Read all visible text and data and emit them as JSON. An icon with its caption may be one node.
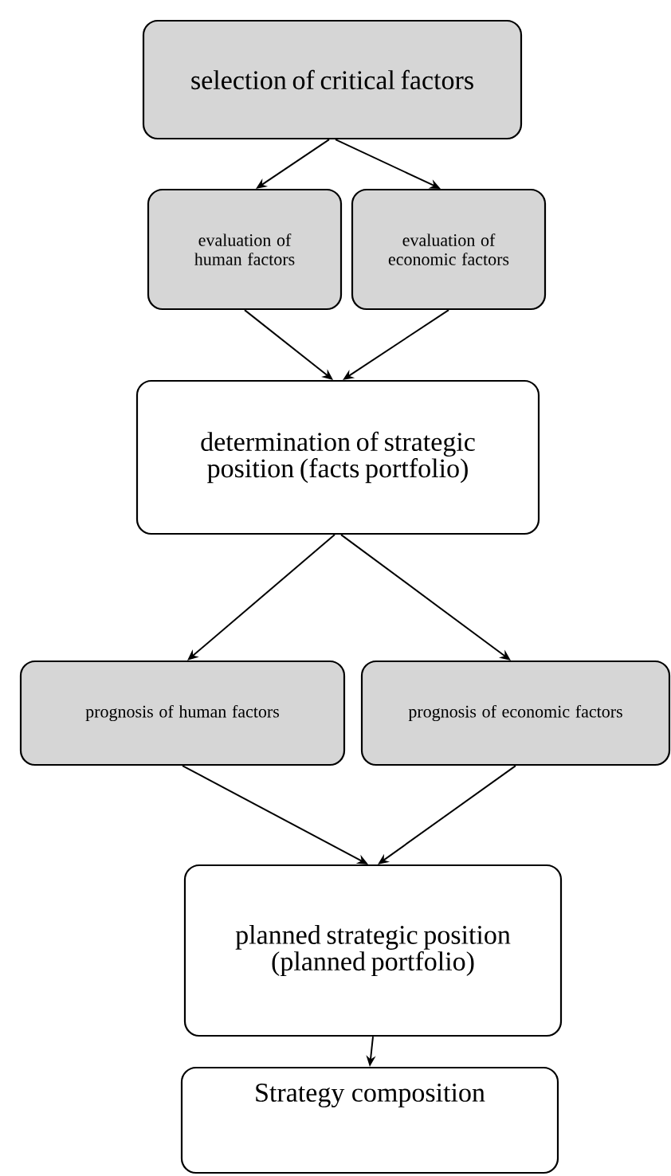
{
  "diagram": {
    "nodes": [
      {
        "text": [
          "selection of critical factors"
        ]
      },
      {
        "text": [
          "evaluation of human factors"
        ]
      },
      {
        "text": [
          "evaluation of economic factors"
        ]
      },
      {
        "text": [
          "determination of strategic position (facts portfolio)"
        ]
      },
      {
        "text": [
          "prognosis of human factors"
        ]
      },
      {
        "text": [
          "prognosis of economic factors"
        ]
      },
      {
        "text": [
          "planned strategic position (planned portfolio)"
        ]
      },
      {
        "text": [
          "Strategy composition"
        ]
      }
    ],
    "edges": [
      {
        "from": 0,
        "to": 1,
        "arrow": "to"
      },
      {
        "from": 0,
        "to": 2,
        "arrow": "to"
      },
      {
        "from": 1,
        "to": 3,
        "arrow": "to"
      },
      {
        "from": 2,
        "to": 3,
        "arrow": "to"
      },
      {
        "from": 3,
        "to": 4,
        "arrow": "to"
      },
      {
        "from": 3,
        "to": 5,
        "arrow": "to"
      },
      {
        "from": 4,
        "to": 6,
        "arrow": "to"
      },
      {
        "from": 5,
        "to": 6,
        "arrow": "to"
      },
      {
        "from": 6,
        "to": 7,
        "arrow": "to"
      }
    ]
  }
}
